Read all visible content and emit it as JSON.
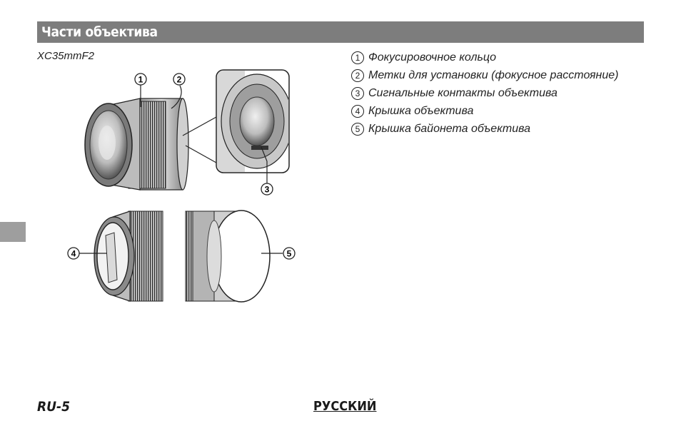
{
  "header": {
    "title": "Части объектива"
  },
  "model": "XC35mmF2",
  "callouts": [
    "1",
    "2",
    "3",
    "4",
    "5"
  ],
  "parts": [
    {
      "num": "1",
      "label": "Фокусировочное кольцо"
    },
    {
      "num": "2",
      "label": "Метки для установки (фокусное расстояние)"
    },
    {
      "num": "3",
      "label": "Сигнальные контакты объектива"
    },
    {
      "num": "4",
      "label": "Крышка объектива"
    },
    {
      "num": "5",
      "label": "Крышка байонета объектива"
    }
  ],
  "footer": {
    "page": "RU-5",
    "language": "РУССКИЙ"
  }
}
